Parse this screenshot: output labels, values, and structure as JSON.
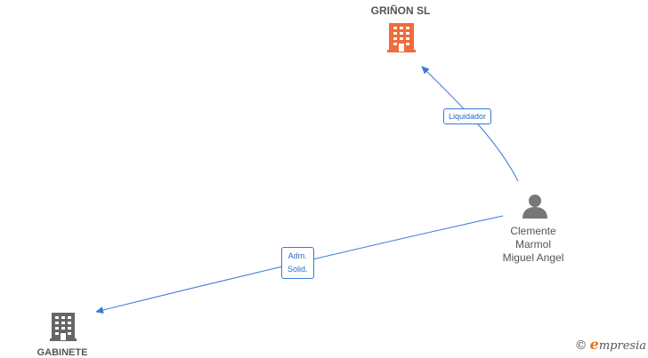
{
  "colors": {
    "company_active": "#f26b3a",
    "company_inactive": "#666666",
    "person": "#777777",
    "edge": "#3a7bd5",
    "brand_accent": "#e8731f"
  },
  "nodes": {
    "company_top": {
      "name": "GRIÑON  SL",
      "icon": "building-icon"
    },
    "person": {
      "name_lines": [
        "Clemente",
        "Marmol",
        "Miguel Angel"
      ],
      "icon": "person-icon"
    },
    "company_bottom": {
      "name": "GABINETE",
      "icon": "building-icon"
    }
  },
  "edges": [
    {
      "label": "Liquidador"
    },
    {
      "label_lines": [
        "Adm.",
        "Solid."
      ]
    }
  ],
  "brand": {
    "copyright": "©",
    "initial": "e",
    "rest": "mpresia"
  }
}
